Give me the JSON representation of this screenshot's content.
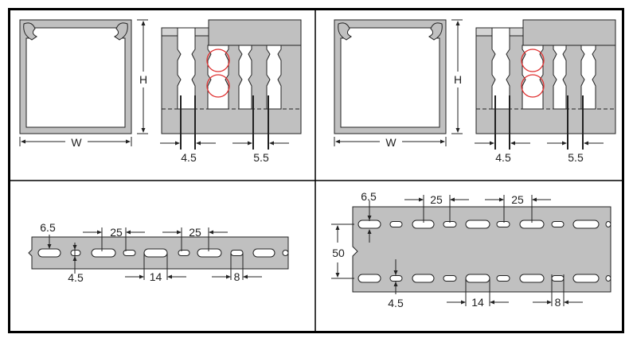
{
  "colors": {
    "fill": "#c0c0c0",
    "stroke": "#222222",
    "highlight": "#e03030",
    "frame": "#000000"
  },
  "panels": [
    {
      "id": "top-left",
      "labels": {
        "height": "H",
        "width": "W",
        "dim_a": "4.5",
        "dim_b": "5.5"
      }
    },
    {
      "id": "top-right",
      "labels": {
        "height": "H",
        "width": "W",
        "dim_a": "4.5",
        "dim_b": "5.5"
      }
    },
    {
      "id": "bottom-left",
      "labels": {
        "slot_height": "6.5",
        "small_height": "4.5",
        "pitch_1": "25",
        "pitch_2": "25",
        "long_slot": "14",
        "short_slot": "8"
      }
    },
    {
      "id": "bottom-right",
      "labels": {
        "slot_height": "6.5",
        "small_height": "4.5",
        "pitch_1": "25",
        "pitch_2": "25",
        "row_spacing": "50",
        "long_slot": "14",
        "short_slot": "8"
      }
    }
  ]
}
